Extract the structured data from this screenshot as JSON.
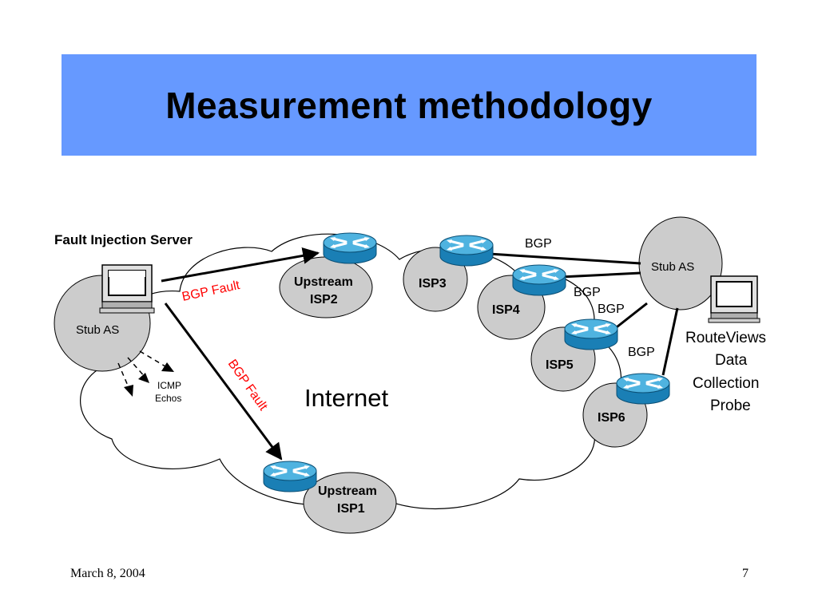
{
  "slide": {
    "title": "Measurement methodology",
    "date": "March 8, 2004",
    "page_number": "7"
  },
  "diagram": {
    "server_label": "Fault Injection Server",
    "stub_as_left": "Stub AS",
    "stub_as_right": "Stub AS",
    "icmp_label_line1": "ICMP",
    "icmp_label_line2": "Echos",
    "bgp_fault_top": "BGP Fault",
    "bgp_fault_diag": "BGP Fault",
    "internet_label": "Internet",
    "upstream_isp2_line1": "Upstream",
    "upstream_isp2_line2": "ISP2",
    "upstream_isp1_line1": "Upstream",
    "upstream_isp1_line2": "ISP1",
    "isp3": "ISP3",
    "isp4": "ISP4",
    "isp5": "ISP5",
    "isp6": "ISP6",
    "bgp_1": "BGP",
    "bgp_2": "BGP",
    "bgp_3": "BGP",
    "bgp_4": "BGP",
    "routeviews_line1": "RouteViews",
    "routeviews_line2": "Data",
    "routeviews_line3": "Collection",
    "routeviews_line4": "Probe",
    "colors": {
      "title_bg": "#6699ff",
      "fault_text": "#ff0000",
      "router": "#3399cc",
      "bubble": "#cccccc"
    }
  }
}
